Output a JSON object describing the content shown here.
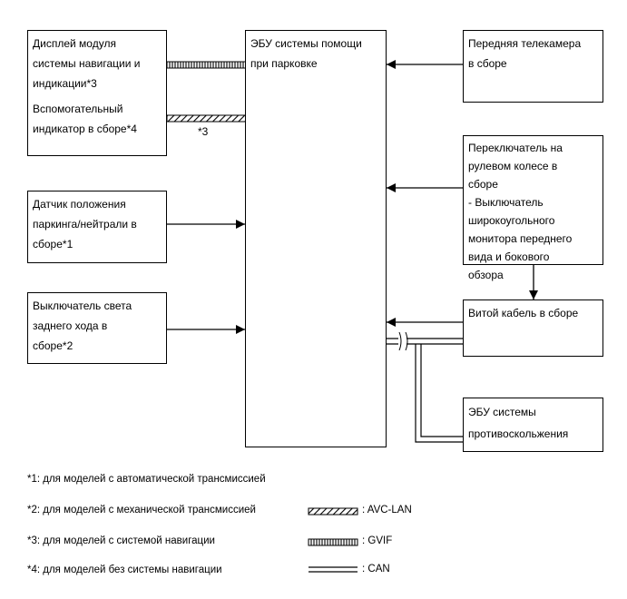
{
  "blocks": {
    "display": "Дисплей модуля\nсистемы навигации и\nиндикации*3",
    "aux_indicator": "Вспомогательный\nиндикатор в сборе*4",
    "pnp_sensor": "Датчик положения\nпаркинга/нейтрали в\nсборе*1",
    "reverse_switch": "Выключатель света\nзаднего хода в\nсборе*2",
    "ecu": "ЭБУ системы помощи\nпри парковке",
    "front_camera": "Передняя телекамера\nв сборе",
    "steering_switch": "Переключатель на\nрулевом колесе в\nсборе",
    "steering_switch_detail": "- Выключатель\nширокоугольного\nмонитора переднего\nвида и бокового\nобзора",
    "spiral_cable": "Витой кабель в сборе",
    "skid_ecu": "ЭБУ системы\nпротивоскольжения"
  },
  "wire_label_3": "*3",
  "footnotes": {
    "n1": "*1: для моделей с автоматической трансмиссией",
    "n2": "*2: для моделей с механической трансмиссией",
    "n3": "*3: для моделей с системой навигации",
    "n4": "*4: для моделей без системы навигации"
  },
  "legend": {
    "avc": ": AVC-LAN",
    "gvif": ": GVIF",
    "can": ": CAN"
  }
}
